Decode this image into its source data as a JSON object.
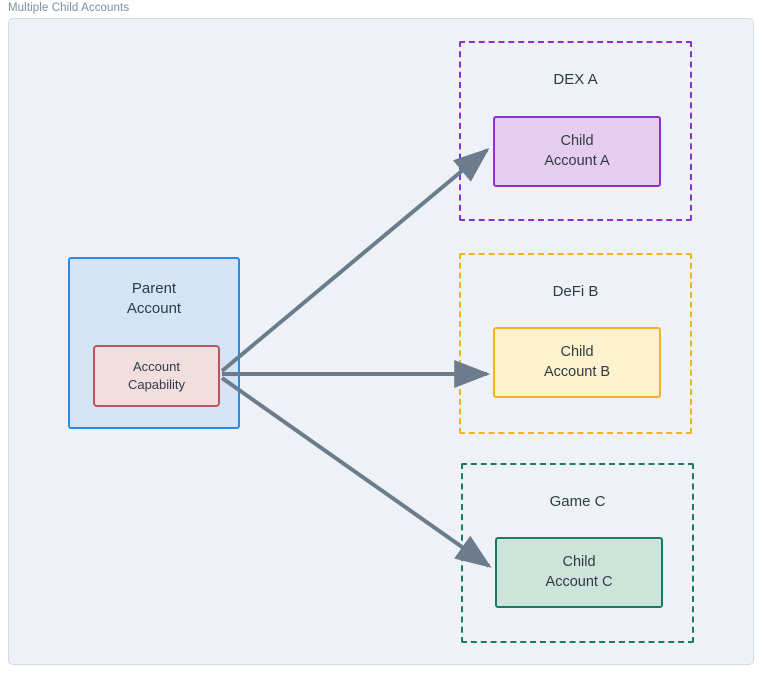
{
  "diagram": {
    "title": "Multiple Child Accounts",
    "background_color": "#eef2f6",
    "frame_border_color": "#d2dce3",
    "title_color": "#78909c",
    "arrow_color": "#6b7c8c"
  },
  "parent": {
    "label_line1": "Parent",
    "label_line2": "Account",
    "fill_color": "#d4e4f7",
    "border_color": "#2a8cea",
    "capability": {
      "label_line1": "Account",
      "label_line2": "Capability",
      "fill_color": "#f3dedf",
      "border_color": "#b4585c"
    }
  },
  "groups": [
    {
      "name": "dex-a",
      "label": "DEX A",
      "border_color": "#8e30d0",
      "child": {
        "label_line1": "Child",
        "label_line2": "Account A",
        "fill_color": "#e6cdf0",
        "border_color": "#8e30d0"
      }
    },
    {
      "name": "defi-b",
      "label": "DeFi B",
      "border_color": "#f2b322",
      "child": {
        "label_line1": "Child",
        "label_line2": "Account B",
        "fill_color": "#fdf2cd",
        "border_color": "#f2b322"
      }
    },
    {
      "name": "game-c",
      "label": "Game C",
      "border_color": "#1a7a63",
      "child": {
        "label_line1": "Child",
        "label_line2": "Account C",
        "fill_color": "#cde4da",
        "border_color": "#1a7a63"
      }
    }
  ],
  "connections": [
    {
      "name": "capability-to-child-a",
      "from": "Account Capability",
      "to": "Child Account A"
    },
    {
      "name": "capability-to-child-b",
      "from": "Account Capability",
      "to": "Child Account B"
    },
    {
      "name": "capability-to-child-c",
      "from": "Account Capability",
      "to": "Child Account C"
    }
  ]
}
